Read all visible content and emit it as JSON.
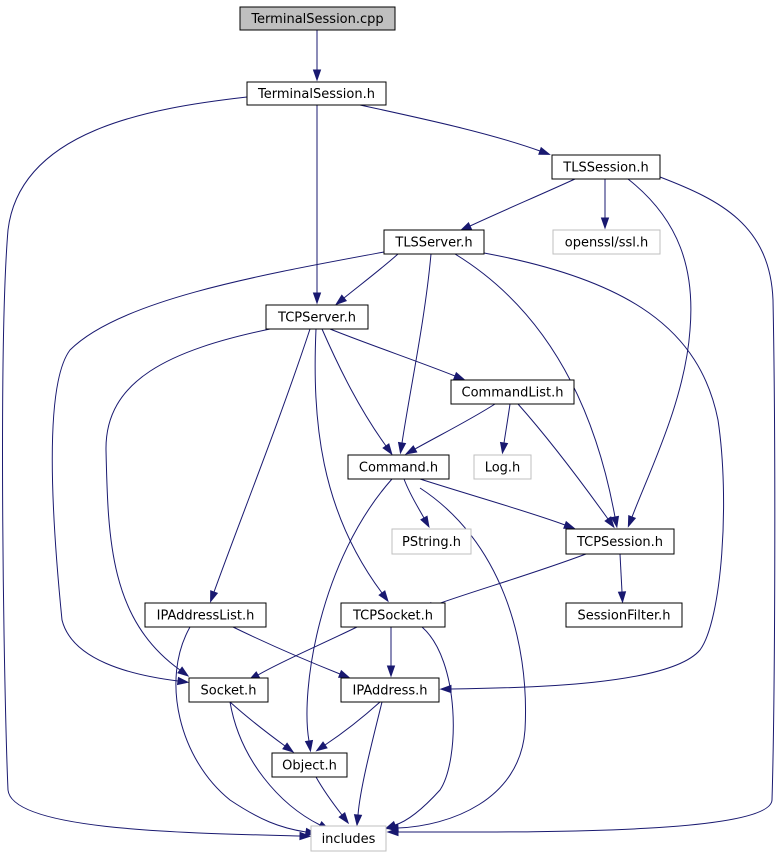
{
  "graph": {
    "nodes": [
      {
        "id": "TerminalSession_cpp",
        "label": "TerminalSession.cpp",
        "style": "root"
      },
      {
        "id": "TerminalSession_h",
        "label": "TerminalSession.h",
        "style": "normal"
      },
      {
        "id": "TLSSession_h",
        "label": "TLSSession.h",
        "style": "normal"
      },
      {
        "id": "TLSServer_h",
        "label": "TLSServer.h",
        "style": "normal"
      },
      {
        "id": "openssl_ssl_h",
        "label": "openssl/ssl.h",
        "style": "external"
      },
      {
        "id": "TCPServer_h",
        "label": "TCPServer.h",
        "style": "normal"
      },
      {
        "id": "CommandList_h",
        "label": "CommandList.h",
        "style": "normal"
      },
      {
        "id": "Command_h",
        "label": "Command.h",
        "style": "normal"
      },
      {
        "id": "Log_h",
        "label": "Log.h",
        "style": "external"
      },
      {
        "id": "PString_h",
        "label": "PString.h",
        "style": "external"
      },
      {
        "id": "TCPSession_h",
        "label": "TCPSession.h",
        "style": "normal"
      },
      {
        "id": "IPAddressList_h",
        "label": "IPAddressList.h",
        "style": "normal"
      },
      {
        "id": "TCPSocket_h",
        "label": "TCPSocket.h",
        "style": "normal"
      },
      {
        "id": "SessionFilter_h",
        "label": "SessionFilter.h",
        "style": "normal"
      },
      {
        "id": "Socket_h",
        "label": "Socket.h",
        "style": "normal"
      },
      {
        "id": "IPAddress_h",
        "label": "IPAddress.h",
        "style": "normal"
      },
      {
        "id": "Object_h",
        "label": "Object.h",
        "style": "normal"
      },
      {
        "id": "includes",
        "label": "includes",
        "style": "external"
      }
    ],
    "edges": [
      {
        "from": "TerminalSession_cpp",
        "to": "TerminalSession_h"
      },
      {
        "from": "TerminalSession_h",
        "to": "TLSSession_h"
      },
      {
        "from": "TerminalSession_h",
        "to": "TCPServer_h"
      },
      {
        "from": "TerminalSession_h",
        "to": "includes"
      },
      {
        "from": "TLSSession_h",
        "to": "TLSServer_h"
      },
      {
        "from": "TLSSession_h",
        "to": "openssl_ssl_h"
      },
      {
        "from": "TLSSession_h",
        "to": "TCPSession_h"
      },
      {
        "from": "TLSSession_h",
        "to": "includes"
      },
      {
        "from": "TLSServer_h",
        "to": "TCPServer_h"
      },
      {
        "from": "TLSServer_h",
        "to": "Command_h"
      },
      {
        "from": "TLSServer_h",
        "to": "TCPSession_h"
      },
      {
        "from": "TLSServer_h",
        "to": "Socket_h"
      },
      {
        "from": "TLSServer_h",
        "to": "IPAddress_h"
      },
      {
        "from": "TCPServer_h",
        "to": "CommandList_h"
      },
      {
        "from": "TCPServer_h",
        "to": "Command_h"
      },
      {
        "from": "TCPServer_h",
        "to": "IPAddressList_h"
      },
      {
        "from": "TCPServer_h",
        "to": "TCPSocket_h"
      },
      {
        "from": "TCPServer_h",
        "to": "Socket_h"
      },
      {
        "from": "CommandList_h",
        "to": "Command_h"
      },
      {
        "from": "CommandList_h",
        "to": "Log_h"
      },
      {
        "from": "CommandList_h",
        "to": "TCPSession_h"
      },
      {
        "from": "Command_h",
        "to": "PString_h"
      },
      {
        "from": "Command_h",
        "to": "TCPSession_h"
      },
      {
        "from": "Command_h",
        "to": "Object_h"
      },
      {
        "from": "Command_h",
        "to": "includes"
      },
      {
        "from": "TCPSession_h",
        "to": "TCPSocket_h"
      },
      {
        "from": "TCPSession_h",
        "to": "SessionFilter_h"
      },
      {
        "from": "IPAddressList_h",
        "to": "IPAddress_h"
      },
      {
        "from": "IPAddressList_h",
        "to": "includes"
      },
      {
        "from": "TCPSocket_h",
        "to": "Socket_h"
      },
      {
        "from": "TCPSocket_h",
        "to": "IPAddress_h"
      },
      {
        "from": "TCPSocket_h",
        "to": "includes"
      },
      {
        "from": "Socket_h",
        "to": "Object_h"
      },
      {
        "from": "Socket_h",
        "to": "includes"
      },
      {
        "from": "IPAddress_h",
        "to": "Object_h"
      },
      {
        "from": "IPAddress_h",
        "to": "includes"
      },
      {
        "from": "Object_h",
        "to": "includes"
      }
    ]
  },
  "colors": {
    "edge": "#191970",
    "root_fill": "#bfbfbf",
    "node_border": "#000000",
    "external_border": "#bfbfbf"
  }
}
